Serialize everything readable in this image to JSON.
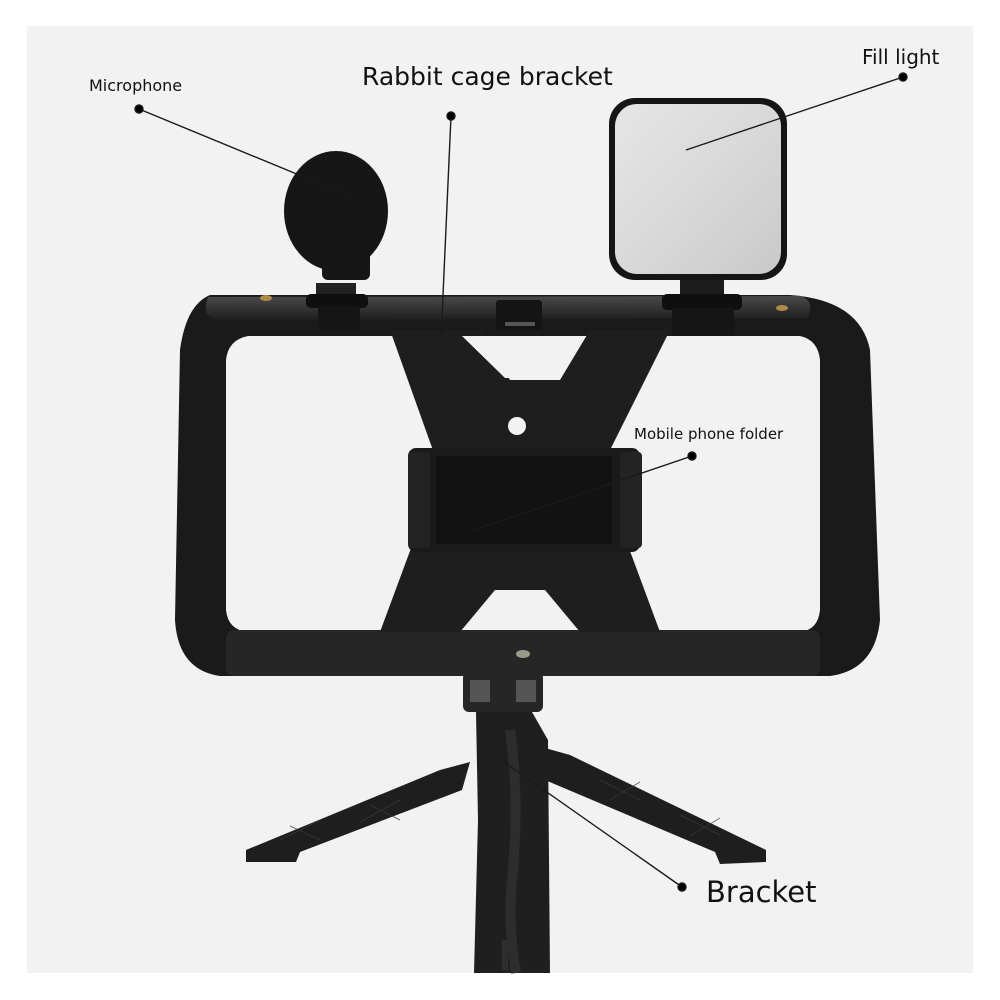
{
  "diagram": {
    "subject": "Vlogging rig kit",
    "background_color": "#f2f2f2",
    "product_color": "#1c1c1c",
    "callouts": [
      {
        "id": "microphone",
        "label": "Microphone",
        "dot": [
          139,
          109
        ],
        "target": [
          350,
          196
        ]
      },
      {
        "id": "rabbit-cage-bracket",
        "label": "Rabbit cage bracket",
        "dot": [
          451,
          116
        ],
        "target": [
          441,
          340
        ]
      },
      {
        "id": "fill-light",
        "label": "Fill light",
        "dot": [
          903,
          77
        ],
        "target": [
          686,
          150
        ]
      },
      {
        "id": "mobile-phone-folder",
        "label": "Mobile phone folder",
        "dot": [
          692,
          456
        ],
        "target": [
          474,
          530
        ]
      },
      {
        "id": "bracket",
        "label": "Bracket",
        "dot": [
          682,
          887
        ],
        "target": [
          504,
          762
        ]
      }
    ]
  }
}
